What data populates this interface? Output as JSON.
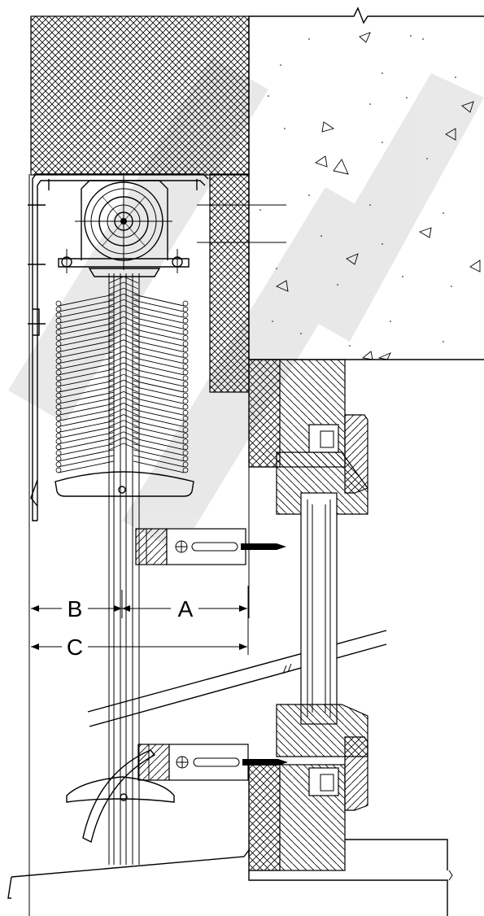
{
  "dimension_labels": {
    "a": "A",
    "b": "B",
    "c": "C"
  },
  "colors": {
    "line": "#000000",
    "background": "#ffffff",
    "watermark": "#c8c8c8"
  }
}
